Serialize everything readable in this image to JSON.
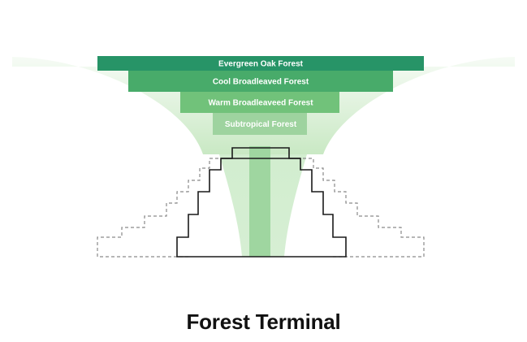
{
  "title": "Forest Terminal",
  "bands": [
    {
      "label": "Evergreen Oak Forest",
      "color": "#279467"
    },
    {
      "label": "Cool Broadleaved Forest",
      "color": "#48ab6a"
    },
    {
      "label": "Warm Broadleaveed Forest",
      "color": "#71c27a"
    },
    {
      "label": "Subtropical Forest",
      "color": "#9ed39f"
    }
  ],
  "colors": {
    "glow": "#c3e6bd",
    "trunk_outer": "#cfeccc",
    "trunk_inner": "#9fd6a0",
    "outline": "#1a1a1a",
    "dashed": "#8a8a8a"
  }
}
